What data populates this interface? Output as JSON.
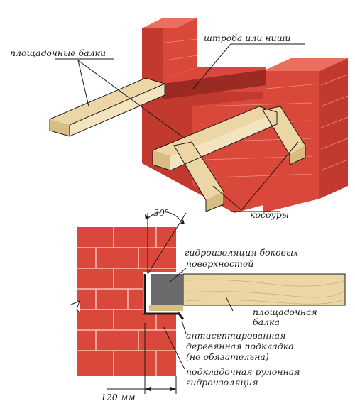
{
  "labels": {
    "landing_beams": "площадочные балки",
    "grooves": "штроба или ниши",
    "stringers": "косоуры",
    "angle": "30°",
    "side_waterproofing_1": "гидроизоляция боковых",
    "side_waterproofing_2": "поверхностей",
    "landing_beam_1": "площадочная",
    "landing_beam_2": "балка",
    "pad_1": "антисептированная",
    "pad_2": "деревянная подкладка",
    "pad_3": "(не обязательна)",
    "roll_waterproofing_1": "подкладочная рулонная",
    "roll_waterproofing_2": "гидроизоляция",
    "dimension": "120 мм"
  },
  "colors": {
    "brick": "#d9483b",
    "brick_dark": "#c23a2f",
    "wood": "#ecd6a6",
    "waterproofing": "#6b6b6b"
  }
}
